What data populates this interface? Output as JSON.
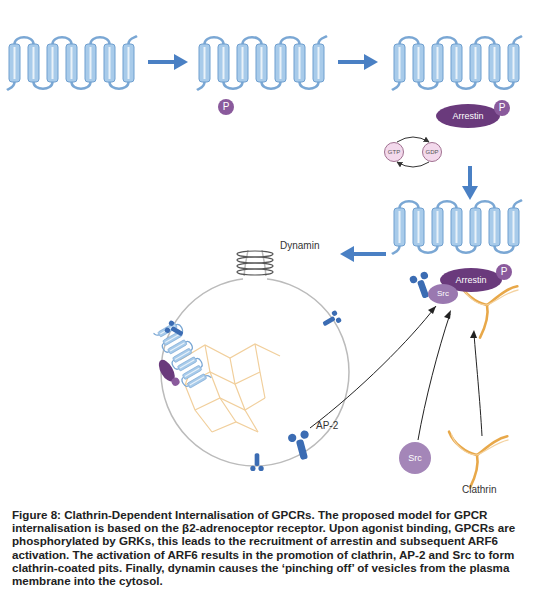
{
  "diagram": {
    "caption": "Figure 8: Clathrin-Dependent Internalisation of GPCRs. The proposed model for GPCR internalisation is based on the β2-adrenoceptor receptor. Upon agonist binding, GPCRs are phosphorylated by GRKs, this leads to the recruitment of arrestin and subsequent ARF6 activation. The activation of ARF6 results in the promotion of clathrin, AP-2 and Src to form clathrin-coated pits. Finally, dynamin causes the ‘pinching off’ of vesicles from the plasma membrane into the cytosol.",
    "nodes": [
      {
        "text": [
          "P"
        ]
      },
      {
        "text": [
          "Arrestin"
        ]
      },
      {
        "text": [
          "P"
        ]
      },
      {
        "text": [
          "GTP"
        ]
      },
      {
        "text": [
          "GDP"
        ]
      },
      {
        "text": [
          "Arrestin"
        ]
      },
      {
        "text": [
          "P"
        ]
      },
      {
        "text": [
          "Src"
        ]
      },
      {
        "text": [
          "Src"
        ]
      }
    ],
    "edges": [
      {
        "from": 3,
        "to": 4,
        "arrow": "to"
      },
      {
        "from": 4,
        "to": 3,
        "arrow": "to"
      }
    ],
    "labels": [
      "Dynamin",
      "AP-2",
      "Clathrin"
    ]
  }
}
